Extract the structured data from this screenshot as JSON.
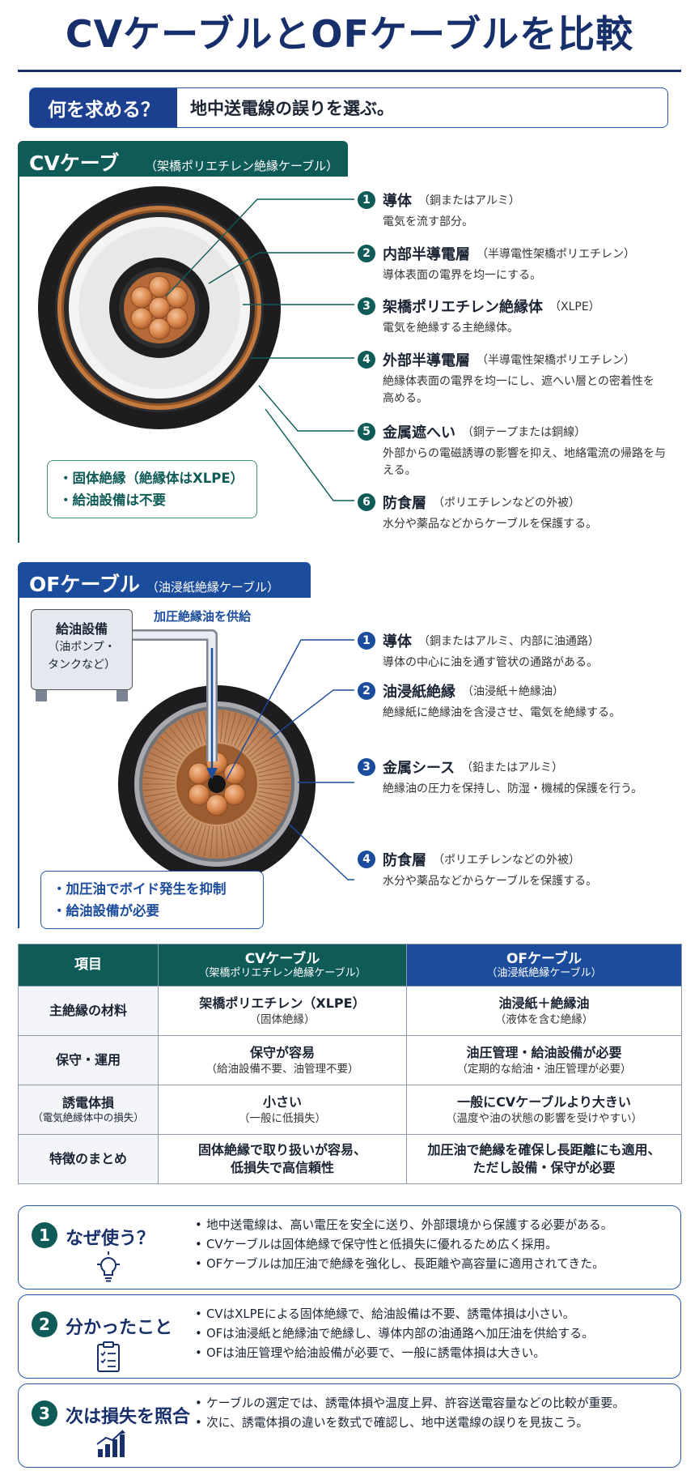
{
  "title": "CVケーブルとOFケーブルを比較",
  "question": {
    "label": "何を求める？",
    "text": "地中送電線の誤りを選ぶ。"
  },
  "cv": {
    "heading": "CVケーブル",
    "subheading": "（架橋ポリエチレン絶縁ケーブル）",
    "layers": [
      {
        "num": "1",
        "title": "導体",
        "sub": "（銅またはアルミ）",
        "desc": "電気を流す部分。"
      },
      {
        "num": "2",
        "title": "内部半導電層",
        "sub": "（半導電性架橋ポリエチレン）",
        "desc": "導体表面の電界を均一にする。"
      },
      {
        "num": "3",
        "title": "架橋ポリエチレン絶縁体",
        "sub": "（XLPE）",
        "desc": "電気を絶縁する主絶縁体。"
      },
      {
        "num": "4",
        "title": "外部半導電層",
        "sub": "（半導電性架橋ポリエチレン）",
        "desc": "絶縁体表面の電界を均一にし、遮へい層との密着性を高める。"
      },
      {
        "num": "5",
        "title": "金属遮へい",
        "sub": "（銅テープまたは銅線）",
        "desc": "外部からの電磁誘導の影響を抑え、地絡電流の帰路を与える。"
      },
      {
        "num": "6",
        "title": "防食層",
        "sub": "（ポリエチレンなどの外被）",
        "desc": "水分や薬品などからケーブルを保護する。"
      }
    ],
    "notes": [
      "・固体絶縁（絶縁体はXLPE）",
      "・給油設備は不要"
    ]
  },
  "of": {
    "heading": "OFケーブル",
    "subheading": "（油浸紙絶縁ケーブル）",
    "supply_label": "加圧絶縁油を供給",
    "oil_box": {
      "title": "給油設備",
      "line1": "（油ポンプ・",
      "line2": "タンクなど）"
    },
    "layers": [
      {
        "num": "1",
        "title": "導体",
        "sub": "（銅またはアルミ、内部に油通路）",
        "desc": "導体の中心に油を通す管状の通路がある。"
      },
      {
        "num": "2",
        "title": "油浸紙絶縁",
        "sub": "（油浸紙＋絶縁油）",
        "desc": "絶縁紙に絶縁油を含浸させ、電気を絶縁する。"
      },
      {
        "num": "3",
        "title": "金属シース",
        "sub": "（鉛またはアルミ）",
        "desc": "絶縁油の圧力を保持し、防湿・機械的保護を行う。"
      },
      {
        "num": "4",
        "title": "防食層",
        "sub": "（ポリエチレンなどの外被）",
        "desc": "水分や薬品などからケーブルを保護する。"
      }
    ],
    "notes": [
      "・加圧油でボイド発生を抑制",
      "・給油設備が必要"
    ]
  },
  "table": {
    "headers": [
      {
        "main": "項目",
        "sub": ""
      },
      {
        "main": "CVケーブル",
        "sub": "（架橋ポリエチレン絶縁ケーブル）"
      },
      {
        "main": "OFケーブル",
        "sub": "（油浸紙絶縁ケーブル）"
      }
    ],
    "rows": [
      {
        "item": "主絶縁の材料",
        "item_sub": "",
        "cv_main": "架橋ポリエチレン（XLPE）",
        "cv_sub": "（固体絶縁）",
        "of_main": "油浸紙＋絶縁油",
        "of_sub": "（液体を含む絶縁）"
      },
      {
        "item": "保守・運用",
        "item_sub": "",
        "cv_main": "保守が容易",
        "cv_sub": "（給油設備不要、油管理不要）",
        "of_main": "油圧管理・給油設備が必要",
        "of_sub": "（定期的な給油・油圧管理が必要）"
      },
      {
        "item": "誘電体損",
        "item_sub": "（電気絶縁体中の損失）",
        "cv_main": "小さい",
        "cv_sub": "（一般に低損失）",
        "of_main": "一般にCVケーブルより大きい",
        "of_sub": "（温度や油の状態の影響を受けやすい）"
      },
      {
        "item": "特徴のまとめ",
        "item_sub": "",
        "cv_main": "固体絶縁で取り扱いが容易、",
        "cv_sub": "低損失で高信頼性",
        "of_main": "加圧油で絶縁を確保し長距離にも適用、",
        "of_sub": "ただし設備・保守が必要"
      }
    ]
  },
  "summary": [
    {
      "num": "1",
      "title": "なぜ使う？",
      "icon": "lightbulb-icon",
      "bullets": [
        "地中送電線は、高い電圧を安全に送り、外部環境から保護する必要がある。",
        "CVケーブルは固体絶縁で保守性と低損失に優れるため広く採用。",
        "OFケーブルは加圧油で絶縁を強化し、長距離や高容量に適用されてきた。"
      ]
    },
    {
      "num": "2",
      "title": "分かったこと",
      "icon": "checklist-icon",
      "bullets": [
        "CVはXLPEによる固体絶縁で、給油設備は不要、誘電体損は小さい。",
        "OFは油浸紙と絶縁油で絶縁し、導体内部の油通路へ加圧油を供給する。",
        "OFは油圧管理や給油設備が必要で、一般に誘電体損は大きい。"
      ]
    },
    {
      "num": "3",
      "title": "次は損失を照合",
      "icon": "bar-chart-icon",
      "bullets": [
        "ケーブルの選定では、誘電体損や温度上昇、許容送電容量などの比較が重要。",
        "次に、誘電体損の違いを数式で確認し、地中送電線の誤りを見抜こう。"
      ]
    }
  ],
  "colors": {
    "navy": "#17306b",
    "teal": "#0f5b58",
    "blue": "#1c4c9c",
    "copper": "#c9763a"
  }
}
